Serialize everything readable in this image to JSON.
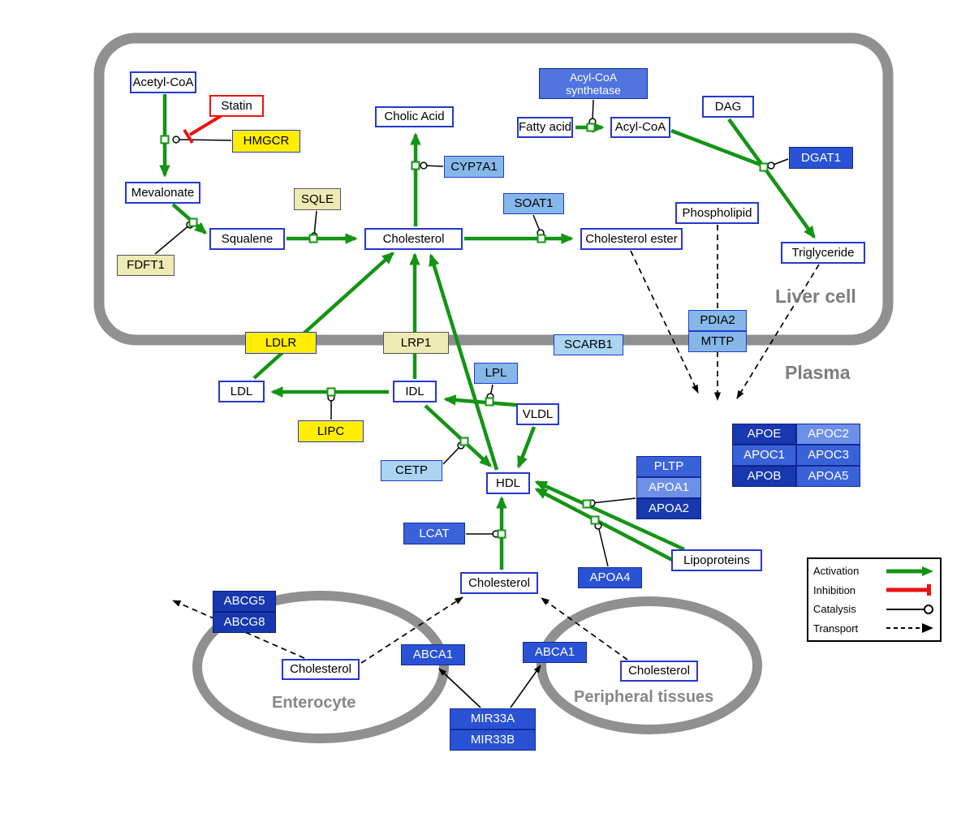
{
  "regions": {
    "liver_cell": "Liver cell",
    "plasma": "Plasma",
    "enterocyte": "Enterocyte",
    "peripheral_tissues": "Peripheral tissues"
  },
  "legend": {
    "activation": "Activation",
    "inhibition": "Inhibition",
    "catalysis": "Catalysis",
    "transport": "Transport"
  },
  "nodes": {
    "acetyl_coa": "Acetyl-CoA",
    "statin": "Statin",
    "hmgcr": "HMGCR",
    "mevalonate": "Mevalonate",
    "fdft1": "FDFT1",
    "squalene": "Squalene",
    "sqle": "SQLE",
    "cholic_acid": "Cholic Acid",
    "cyp7a1": "CYP7A1",
    "cholesterol_liver": "Cholesterol",
    "soat1": "SOAT1",
    "cholesterol_ester": "Cholesterol ester",
    "acyl_coa_synthetase": {
      "line1": "Acyl-CoA",
      "line2": "synthetase"
    },
    "fatty_acid": "Fatty acid",
    "acyl_coa": "Acyl-CoA",
    "dag": "DAG",
    "dgat1": "DGAT1",
    "phospholipid": "Phospholipid",
    "triglyceride": "Triglyceride",
    "pdia2": "PDIA2",
    "mttp": "MTTP",
    "ldlr": "LDLR",
    "lrp1": "LRP1",
    "scarb1": "SCARB1",
    "ldl": "LDL",
    "idl": "IDL",
    "lipc": "LIPC",
    "lpl": "LPL",
    "vldl": "VLDL",
    "cetp": "CETP",
    "hdl": "HDL",
    "lcat": "LCAT",
    "pltp": "PLTP",
    "apoa1": "APOA1",
    "apoa2": "APOA2",
    "apoa4": "APOA4",
    "lipoproteins": "Lipoproteins",
    "apoe": "APOE",
    "apoc2": "APOC2",
    "apoc1": "APOC1",
    "apoc3": "APOC3",
    "apob": "APOB",
    "apoa5": "APOA5",
    "cholesterol_plasma": "Cholesterol",
    "abcg5": "ABCG5",
    "abcg8": "ABCG8",
    "cholesterol_enterocyte": "Cholesterol",
    "abca1_enterocyte": "ABCA1",
    "abca1_peripheral": "ABCA1",
    "cholesterol_peripheral": "Cholesterol",
    "mir33a": "MIR33A",
    "mir33b": "MIR33B"
  },
  "colors": {
    "activation_green": "#149414",
    "inhibition_red": "#ee1111",
    "membrane_gray": "#909090",
    "metabolite_border_blue": "#2438d0",
    "enzyme_yellow": "#ffee00",
    "gene_blue": "#2a52d4"
  }
}
